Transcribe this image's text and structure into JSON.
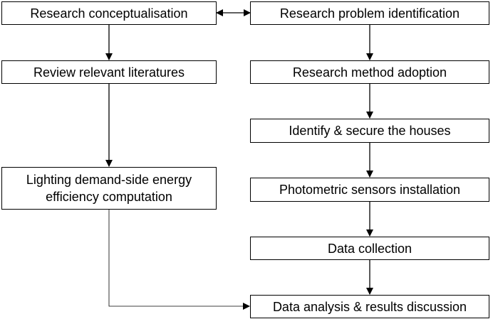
{
  "flowchart": {
    "nodes": {
      "conceptualisation": "Research conceptualisation",
      "problem": "Research problem identification",
      "review": "Review relevant literatures",
      "method": "Research method adoption",
      "houses": "Identify & secure the houses",
      "computation": "Lighting demand-side energy efficiency computation",
      "sensors": "Photometric sensors installation",
      "collection": "Data collection",
      "analysis": "Data analysis & results discussion"
    },
    "edges": [
      {
        "from": "conceptualisation",
        "to": "problem",
        "bidirectional": true
      },
      {
        "from": "conceptualisation",
        "to": "review"
      },
      {
        "from": "review",
        "to": "computation"
      },
      {
        "from": "problem",
        "to": "method"
      },
      {
        "from": "method",
        "to": "houses"
      },
      {
        "from": "houses",
        "to": "sensors"
      },
      {
        "from": "sensors",
        "to": "collection"
      },
      {
        "from": "collection",
        "to": "analysis"
      },
      {
        "from": "computation",
        "to": "analysis"
      }
    ]
  }
}
